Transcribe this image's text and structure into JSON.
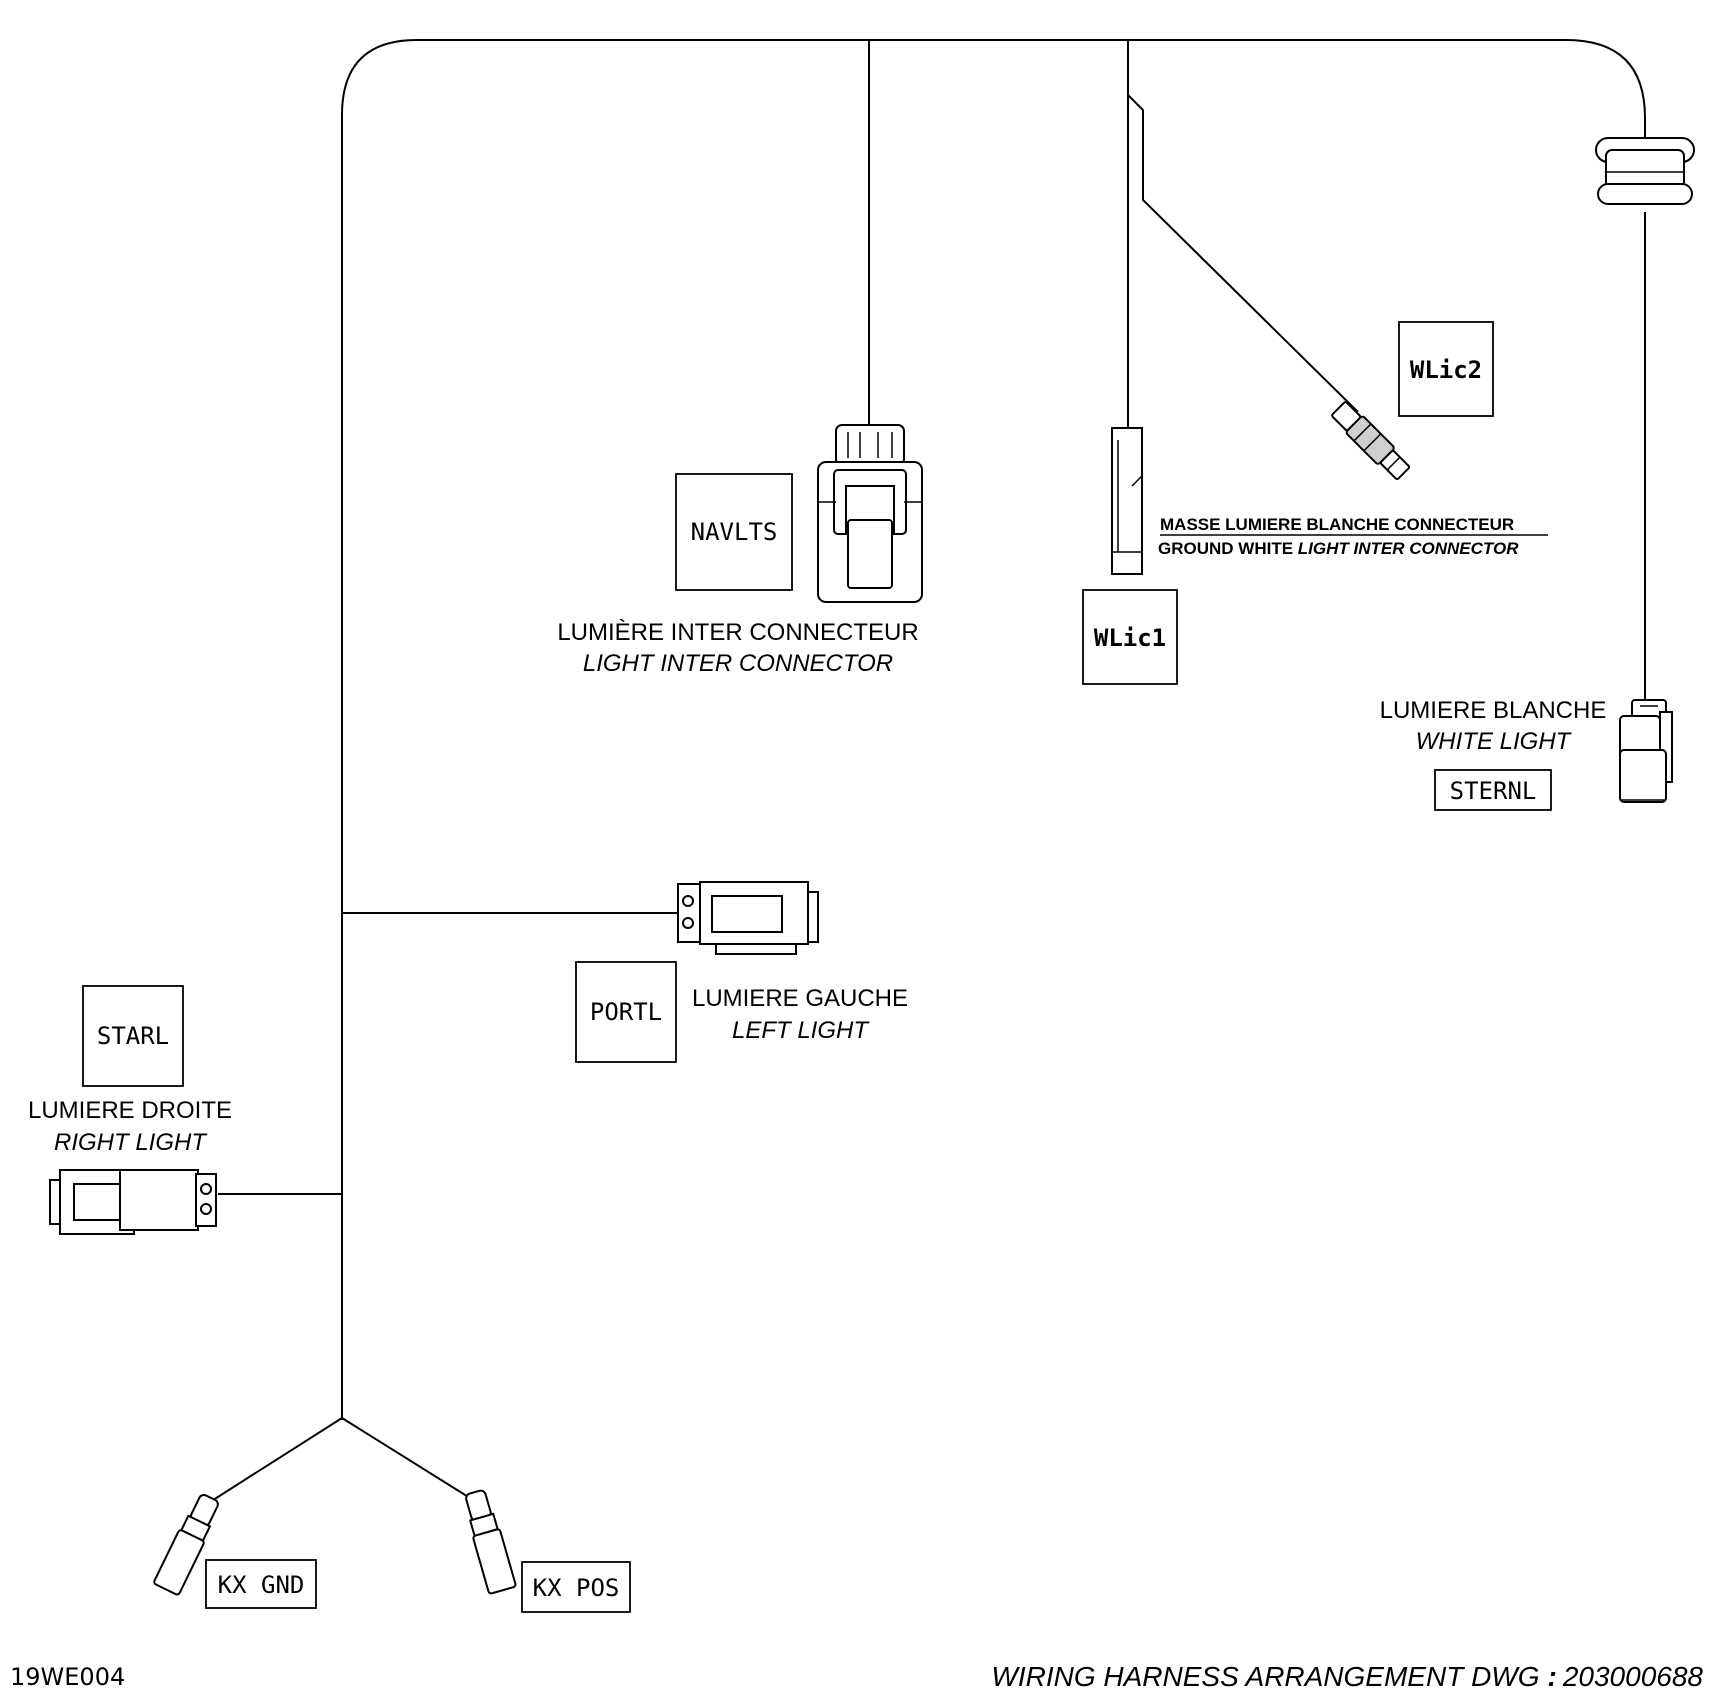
{
  "connectors": {
    "navlts": {
      "code": "NAVLTS",
      "label_fr": "LUMIÈRE INTER CONNECTEUR",
      "label_en": "LIGHT INTER CONNECTOR"
    },
    "wlic1": {
      "code": "WLic1"
    },
    "wlic2": {
      "code": "WLic2"
    },
    "ground": {
      "label_fr": "MASSE LUMIERE BLANCHE CONNECTEUR",
      "label_en_plain": "GROUND WHITE ",
      "label_en_italic": "LIGHT INTER CONNECTOR"
    },
    "sternl": {
      "code": "STERNL",
      "label_fr": "LUMIERE BLANCHE",
      "label_en": "WHITE LIGHT"
    },
    "portl": {
      "code": "PORTL",
      "label_fr": "LUMIERE GAUCHE",
      "label_en": "LEFT LIGHT"
    },
    "starl": {
      "code": "STARL",
      "label_fr": "LUMIERE DROITE",
      "label_en": "RIGHT LIGHT"
    },
    "kx_gnd": {
      "code": "KX GND"
    },
    "kx_pos": {
      "code": "KX POS"
    }
  },
  "footer": {
    "left_code": "19WE004",
    "right_text": "WIRING HARNESS ARRANGEMENT DWG",
    "right_separator": ":",
    "right_number": "203000688"
  }
}
